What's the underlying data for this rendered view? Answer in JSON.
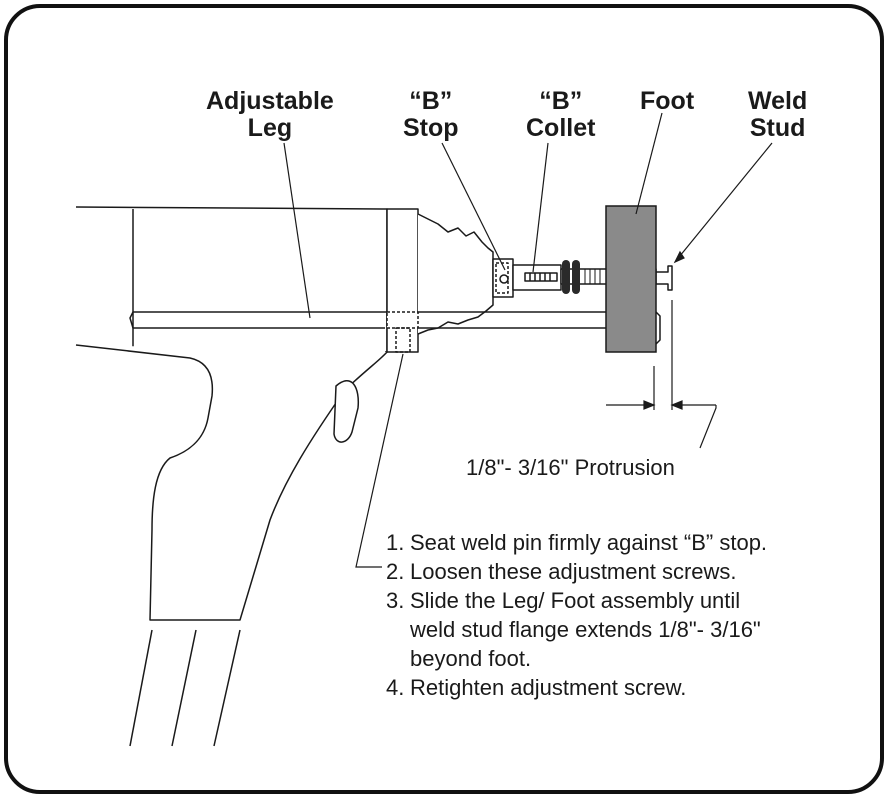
{
  "callouts": {
    "adjustable_leg": [
      "Adjustable",
      "Leg"
    ],
    "b_stop": [
      "“B”",
      "Stop"
    ],
    "b_collet": [
      "“B”",
      "Collet"
    ],
    "foot": [
      "Foot"
    ],
    "weld_stud": [
      "Weld",
      "Stud"
    ]
  },
  "protrusion_label": "1/8\"- 3/16\" Protrusion",
  "steps": [
    {
      "num": "1.",
      "lines": [
        "Seat weld pin firmly against “B” stop."
      ]
    },
    {
      "num": "2.",
      "lines": [
        "Loosen these adjustment screws."
      ]
    },
    {
      "num": "3.",
      "lines": [
        "Slide the Leg/ Foot assembly until",
        "weld stud flange extends 1/8\"- 3/16\"",
        "beyond foot."
      ]
    },
    {
      "num": "4.",
      "lines": [
        "Retighten adjustment screw."
      ]
    }
  ]
}
